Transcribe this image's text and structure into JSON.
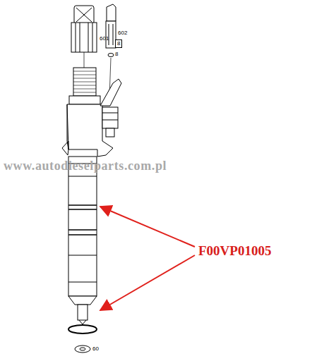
{
  "diagram": {
    "nodes": [
      {
        "text": [
          "8"
        ]
      }
    ],
    "labels": [
      "601",
      "602",
      "8",
      "60",
      "www.autodieselparts.com.pl",
      "F00VP01005"
    ]
  }
}
